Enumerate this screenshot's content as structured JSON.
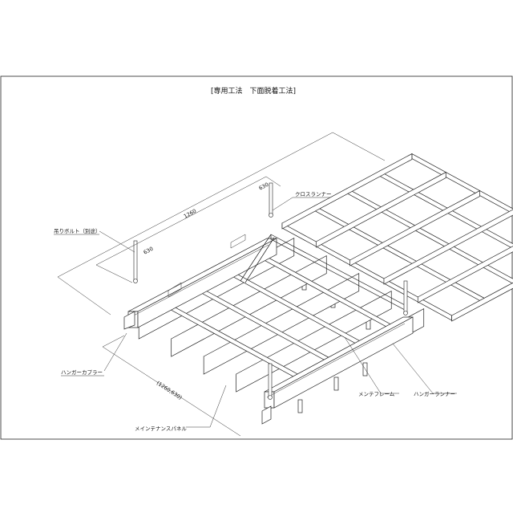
{
  "title": "[専用工法　下面脱着工法]",
  "labels": {
    "hanging_bolt": "吊りボルト（別途）",
    "cross_runner": "クロスランナー",
    "hanger_coupler": "ハンガーカプラー",
    "maintenance_frame": "メンテフレーム",
    "hanger_runner": "ハンガーランナー",
    "maintenance_panel": "メインテナンスパネル"
  },
  "dimensions": {
    "d1260": "1260",
    "d630_top": "630",
    "d630_left": "630",
    "d_panel": "(1260,630)"
  }
}
